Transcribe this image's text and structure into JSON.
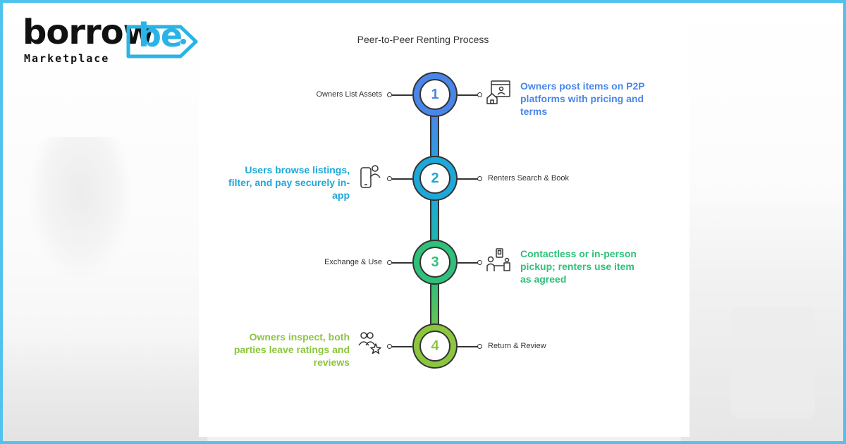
{
  "logo": {
    "word": "borrow",
    "accent": "be",
    "sub": "Marketplace",
    "accent_color": "#2ab3e6"
  },
  "diagram": {
    "title": "Peer-to-Peer Renting Process",
    "steps": [
      {
        "number": "1",
        "label": "Owners List Assets",
        "description": "Owners post items on P2P platforms with pricing and terms",
        "icon": "house-listing-icon",
        "color": "#4a86e8"
      },
      {
        "number": "2",
        "label": "Renters Search & Book",
        "description": "Users browse listings, filter, and pay securely in-app",
        "icon": "phone-user-icon",
        "color": "#1ea8d8"
      },
      {
        "number": "3",
        "label": "Exchange & Use",
        "description": "Contactless or in-person pickup; renters use item as agreed",
        "icon": "exchange-people-icon",
        "color": "#2fc07a"
      },
      {
        "number": "4",
        "label": "Return & Review",
        "description": "Owners inspect, both parties leave ratings and reviews",
        "icon": "users-star-icon",
        "color": "#8cc63f"
      }
    ]
  }
}
